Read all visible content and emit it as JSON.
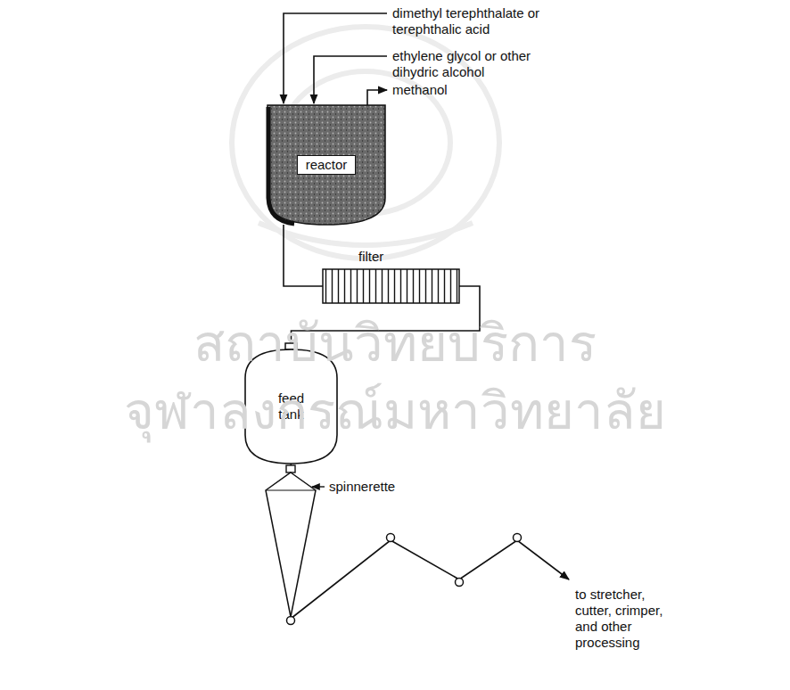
{
  "diagram": {
    "nodes": [
      {
        "text": [
          "reactor"
        ]
      },
      {
        "text": [
          "filter"
        ]
      },
      {
        "text": [
          "feed tank"
        ]
      },
      {
        "text": [
          "spinnerette"
        ]
      }
    ],
    "edges": [
      {
        "from": 0,
        "to": 1,
        "arrow": "none"
      },
      {
        "from": 1,
        "to": 2,
        "arrow": "none"
      },
      {
        "from": 2,
        "to": 3,
        "arrow": "none"
      }
    ],
    "labels": [
      "dimethyl terephthalate or terephthalic acid",
      "ethylene glycol or other dihydric alcohol",
      "methanol",
      "to stretcher, cutter, crimper, and other processing",
      "สถาบันวิทยบริการ",
      "จุฬาลงกรณ์มหาวิทยาลัย"
    ]
  }
}
